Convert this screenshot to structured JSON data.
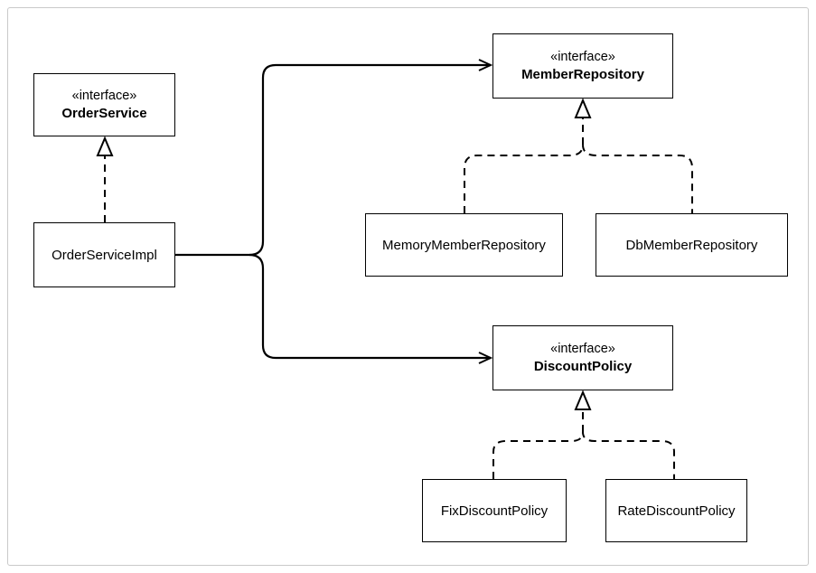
{
  "diagram": {
    "interfaces": {
      "order_service": {
        "stereotype": "«interface»",
        "name": "OrderService"
      },
      "member_repository": {
        "stereotype": "«interface»",
        "name": "MemberRepository"
      },
      "discount_policy": {
        "stereotype": "«interface»",
        "name": "DiscountPolicy"
      }
    },
    "classes": {
      "order_service_impl": "OrderServiceImpl",
      "memory_member_repository": "MemoryMemberRepository",
      "db_member_repository": "DbMemberRepository",
      "fix_discount_policy": "FixDiscountPolicy",
      "rate_discount_policy": "RateDiscountPolicy"
    }
  }
}
